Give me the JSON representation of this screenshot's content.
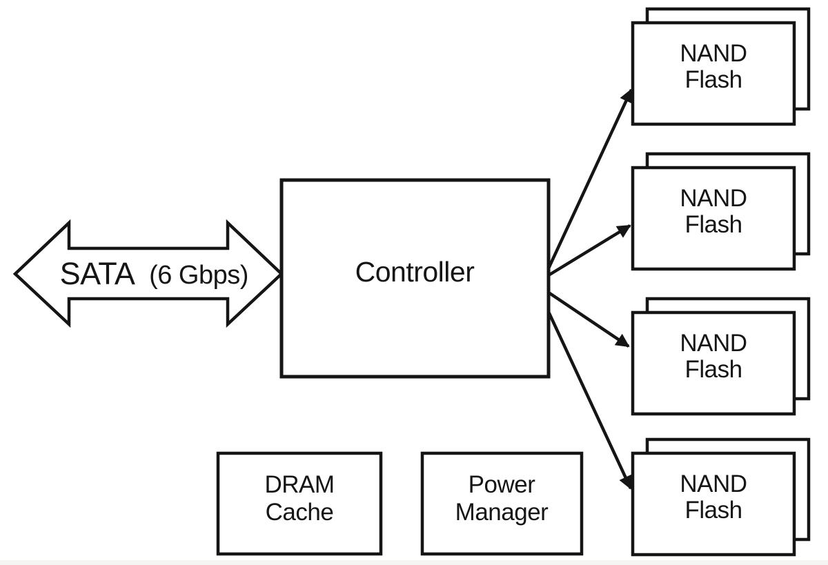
{
  "sata": {
    "label": "SATA",
    "speed": "(6 Gbps)"
  },
  "controller": {
    "label": "Controller"
  },
  "nand_groups": [
    {
      "line1": "NAND",
      "line2": "Flash"
    },
    {
      "line1": "NAND",
      "line2": "Flash"
    },
    {
      "line1": "NAND",
      "line2": "Flash"
    },
    {
      "line1": "NAND",
      "line2": "Flash"
    }
  ],
  "dram_cache": {
    "line1": "DRAM",
    "line2": "Cache"
  },
  "power_manager": {
    "line1": "Power",
    "line2": "Manager"
  },
  "colors": {
    "ink": "#151515",
    "background": "#ffffff",
    "bottom_strip": "#f6f4f3"
  }
}
